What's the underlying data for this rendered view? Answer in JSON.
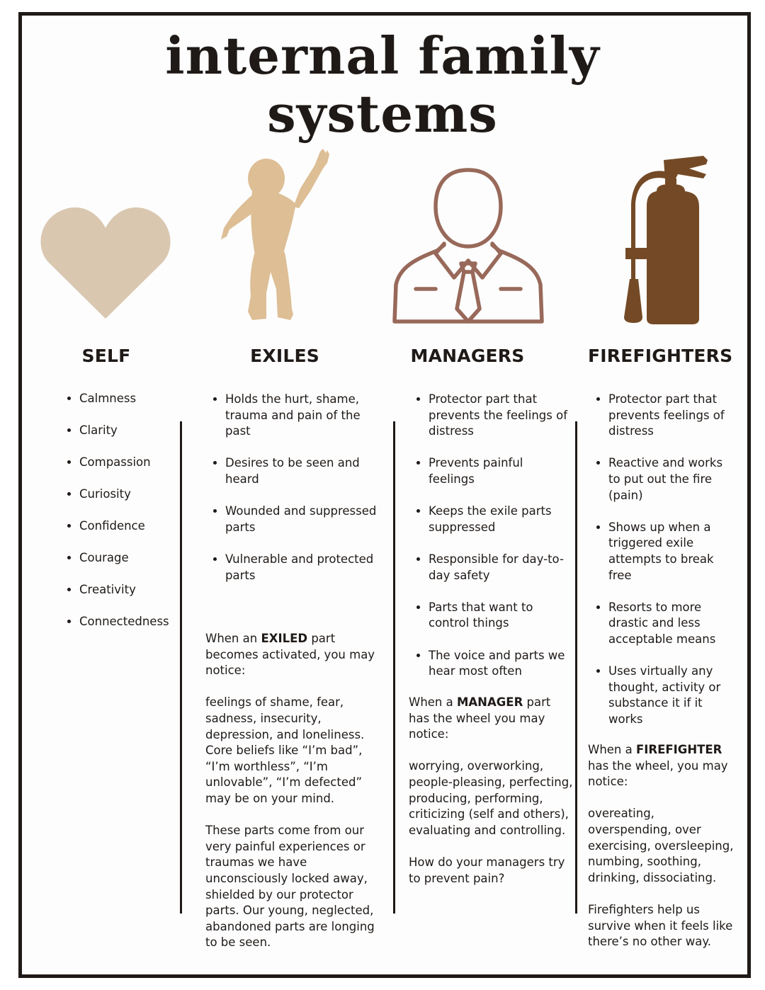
{
  "title": {
    "line1": "internal family",
    "line2": "systems"
  },
  "colors": {
    "heart": "#dac7b0",
    "child": "#ddbe95",
    "manager": "#98695a",
    "extinguisher": "#744a26"
  },
  "columns": {
    "self": {
      "heading": "SELF",
      "icon": "heart-icon",
      "items": [
        "Calmness",
        "Clarity",
        "Compassion",
        "Curiosity",
        "Confidence",
        "Courage",
        "Creativity",
        "Connectedness"
      ]
    },
    "exiles": {
      "heading": "EXILES",
      "icon": "child-reaching-icon",
      "items": [
        "Holds the hurt, shame, trauma and pain of the past",
        "Desires to be seen and heard",
        "Wounded and suppressed parts",
        "Vulnerable and protected parts"
      ],
      "notice_before": "When an ",
      "notice_bold": "EXILED",
      "notice_after": " part becomes activated, you may notice:",
      "paragraphs": [
        "feelings of shame, fear, sadness, insecurity, depression, and loneliness. Core beliefs like “I’m bad”, “I’m worthless”, “I’m unlovable”, “I’m defected” may be on your mind.",
        "These parts come from our very painful experiences or traumas we have unconsciously locked away, shielded by our protector parts. Our young, neglected, abandoned parts are longing to be seen."
      ]
    },
    "managers": {
      "heading": "MANAGERS",
      "icon": "manager-person-icon",
      "items": [
        "Protector part that prevents the feelings of distress",
        "Prevents painful feelings",
        "Keeps the exile parts suppressed",
        "Responsible for day-to-day safety",
        "Parts that want to control things",
        "The voice and parts we hear most often"
      ],
      "notice_before": "When a ",
      "notice_bold": "MANAGER",
      "notice_after": " part has the wheel you may notice:",
      "paragraphs": [
        "worrying, overworking, people-pleasing, perfecting, producing, performing, criticizing (self and others), evaluating and controlling.",
        "How do your managers try to prevent pain?"
      ]
    },
    "firefighters": {
      "heading": "FIREFIGHTERS",
      "icon": "fire-extinguisher-icon",
      "items": [
        "Protector part that prevents feelings of distress",
        "Reactive and works to put out the fire (pain)",
        "Shows up when a triggered exile attempts to break free",
        "Resorts to more drastic and less acceptable means",
        "Uses virtually any thought, activity or substance it if it works"
      ],
      "notice_before": "When a ",
      "notice_bold": "FIREFIGHTER",
      "notice_after": " has the wheel, you may notice:",
      "paragraphs": [
        "overeating, overspending, over exercising, oversleeping, numbing, soothing, drinking, dissociating.",
        "Firefighters help us survive when it feels like there’s no other way."
      ]
    }
  }
}
